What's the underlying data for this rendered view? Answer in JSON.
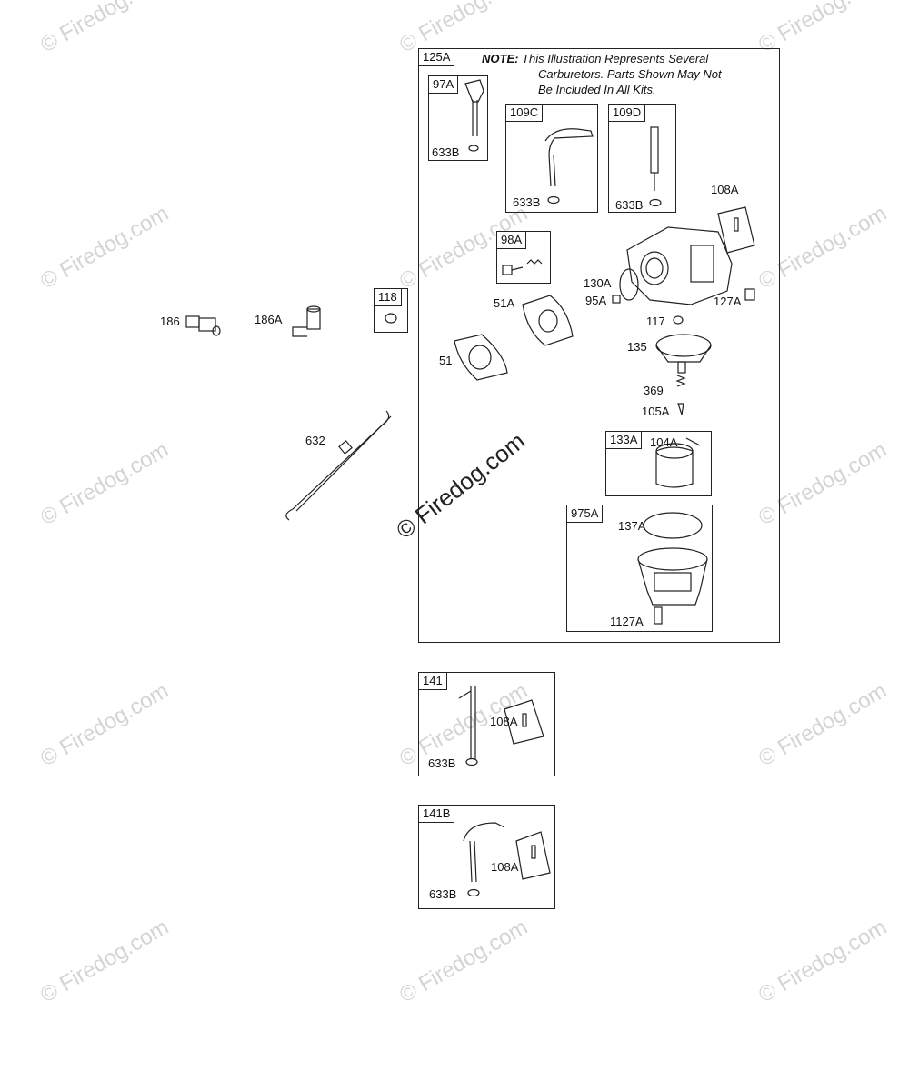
{
  "watermark": "© Firedog.com",
  "note": {
    "prefix": "NOTE:",
    "line1": "This Illustration Represents Several",
    "line2": "Carburetors. Parts Shown May Not",
    "line3": "Be Included In All Kits."
  },
  "boxes": {
    "b125A": "125A",
    "b97A": "97A",
    "b109C": "109C",
    "b109D": "109D",
    "b98A": "98A",
    "b118": "118",
    "b133A": "133A",
    "b975A": "975A",
    "b141": "141",
    "b141B": "141B"
  },
  "labels": {
    "l633B_97A": "633B",
    "l633B_109C": "633B",
    "l633B_109D": "633B",
    "l108A": "108A",
    "l130A": "130A",
    "l95A": "95A",
    "l127A": "127A",
    "l51A": "51A",
    "l117": "117",
    "l135": "135",
    "l51": "51",
    "l369": "369",
    "l105A": "105A",
    "l104A": "104A",
    "l137A": "137A",
    "l1127A": "1127A",
    "l186": "186",
    "l186A": "186A",
    "l632": "632",
    "l108A_141": "108A",
    "l633B_141": "633B",
    "l108A_141B": "108A",
    "l633B_141B": "633B"
  }
}
